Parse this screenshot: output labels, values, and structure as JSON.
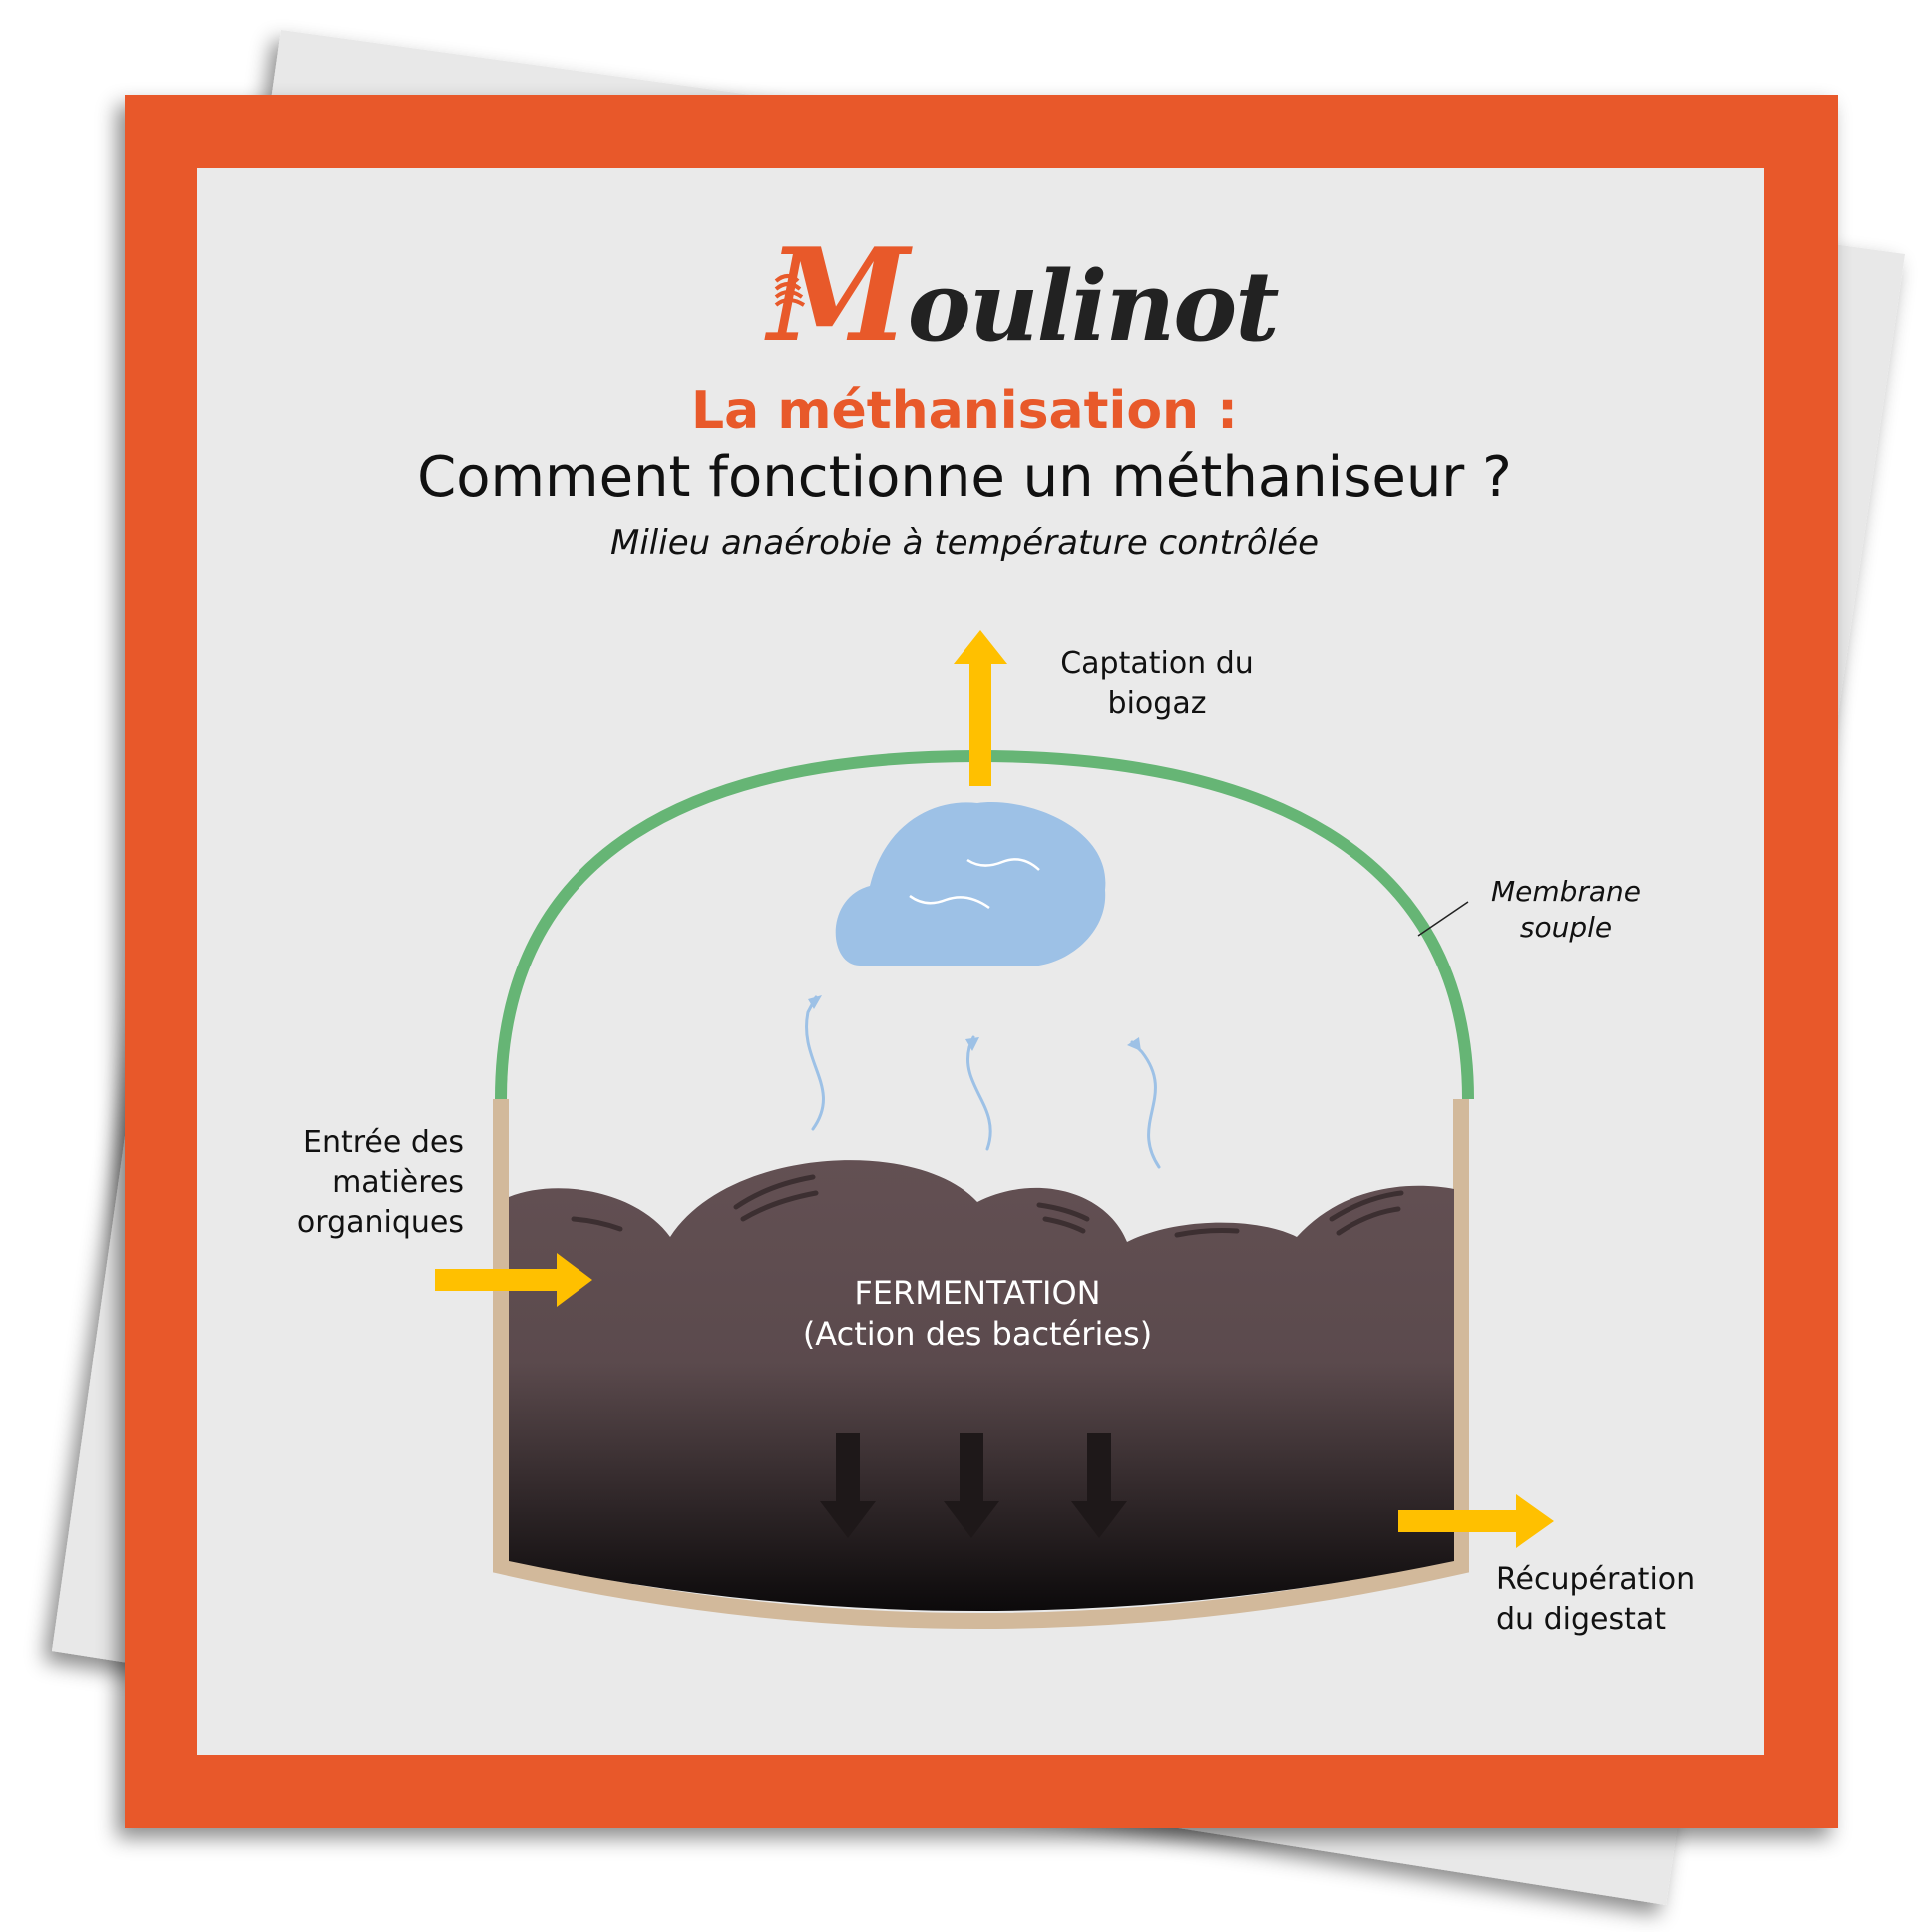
{
  "logo": {
    "text": "Moulinot"
  },
  "title": "La méthanisation :",
  "subtitle": "Comment fonctionne un méthaniseur ?",
  "note": "Milieu anaérobie à température contrôlée",
  "labels": {
    "biogaz": [
      "Captation du",
      "biogaz"
    ],
    "membrane": [
      "Membrane",
      "souple"
    ],
    "entree": [
      "Entrée des",
      "matières",
      "organiques"
    ],
    "fermentation": [
      "FERMENTATION",
      "(Action des bactéries)"
    ],
    "digestat": [
      "Récupération",
      "du digestat"
    ]
  },
  "colors": {
    "frame": "#e8592a",
    "panel": "#eaeaea",
    "membrane": "#66b575",
    "wall": "#d2b99b",
    "mass_top": "#635053",
    "mass_bottom": "#0c0a0b",
    "gas_cloud": "#9dc1e6",
    "arrow_yellow": "#ffc000"
  }
}
